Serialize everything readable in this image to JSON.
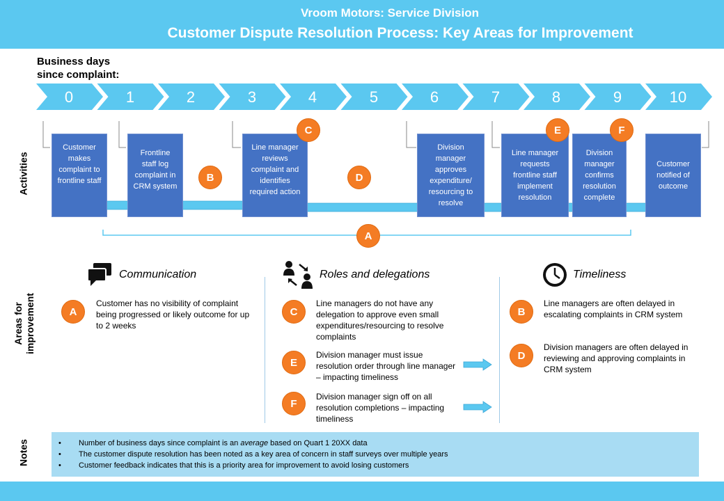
{
  "header": {
    "subtitle": "Vroom Motors: Service Division",
    "title": "Customer Dispute Resolution Process: Key Areas for Improvement"
  },
  "timeline": {
    "label_line1": "Business days",
    "label_line2": "since complaint:",
    "days": [
      "0",
      "1",
      "2",
      "3",
      "4",
      "5",
      "6",
      "7",
      "8",
      "9",
      "10"
    ]
  },
  "row_labels": {
    "activities": "Activities",
    "areas_line1": "Areas for",
    "areas_line2": "improvement",
    "notes": "Notes"
  },
  "activities": [
    {
      "id": "complaint",
      "text": "Customer makes complaint to frontline staff"
    },
    {
      "id": "log",
      "text": "Frontline staff log complaint in CRM system"
    },
    {
      "id": "review",
      "text": "Line manager reviews complaint and identifies required action"
    },
    {
      "id": "approve",
      "text": "Division manager approves expenditure/ resourcing to resolve"
    },
    {
      "id": "implement",
      "text": "Line manager requests frontline staff implement resolution"
    },
    {
      "id": "confirm",
      "text": "Division manager confirms resolution complete"
    },
    {
      "id": "notify",
      "text": "Customer notified of outcome"
    }
  ],
  "badges": {
    "a": "A",
    "b": "B",
    "c": "C",
    "d": "D",
    "e": "E",
    "f": "F"
  },
  "categories": {
    "communication": {
      "title": "Communication",
      "items": [
        {
          "badge": "A",
          "text": "Customer has no visibility of complaint being progressed or likely outcome for up to 2 weeks"
        }
      ]
    },
    "roles": {
      "title": "Roles and delegations",
      "items": [
        {
          "badge": "C",
          "text": "Line managers do not have any delegation to approve  even small expenditures/resourcing to resolve complaints"
        },
        {
          "badge": "E",
          "text": "Division manager must issue resolution order through line manager – impacting timeliness"
        },
        {
          "badge": "F",
          "text": "Division manager sign off on all resolution completions – impacting timeliness"
        }
      ]
    },
    "timeliness": {
      "title": "Timeliness",
      "items": [
        {
          "badge": "B",
          "text": "Line managers are often delayed in escalating complaints in CRM system"
        },
        {
          "badge": "D",
          "text": "Division managers are often delayed in reviewing  and approving complaints in CRM system"
        }
      ]
    }
  },
  "notes": {
    "note1_before": "Number of business days since complaint is an ",
    "note1_em": "average",
    "note1_after": " based on Quart 1 20XX data",
    "note2": "The customer dispute resolution has been noted as a key area of concern in staff surveys over multiple years",
    "note3": "Customer feedback indicates that this is a priority area for improvement to avoid losing customers"
  },
  "colors": {
    "header": "#5bc8f0",
    "chevron": "#5bc8f0",
    "activity_box": "#4472c4",
    "badge": "#f47c24",
    "notes_bg": "#a8dcf3"
  },
  "icons": {
    "communication": "chat-bubbles-icon",
    "roles": "people-exchange-icon",
    "timeliness": "clock-icon"
  }
}
